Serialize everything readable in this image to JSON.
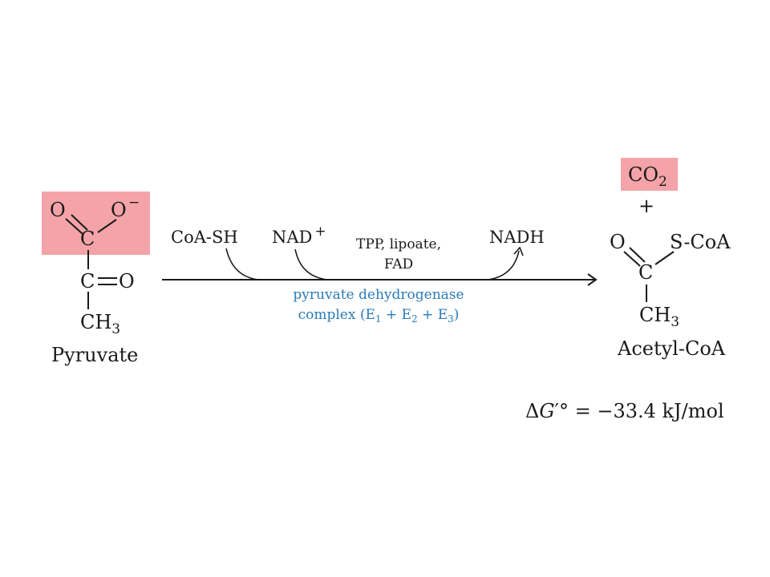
{
  "colors": {
    "highlight": "#f4a3a8",
    "enzyme_text": "#2a7ab8",
    "ink": "#1a1a1a",
    "background": "#ffffff"
  },
  "pyruvate": {
    "atom_o1": "O",
    "atom_o2": "O",
    "charge": "−",
    "atom_c1": "C",
    "atom_c2": "C",
    "atom_o3": "O",
    "ch3_main": "CH",
    "ch3_sub": "3",
    "name": "Pyruvate"
  },
  "reaction": {
    "cofactor_in_1": "CoA-SH",
    "cofactor_in_2": "NAD",
    "cofactor_in_2_sup": "+",
    "cofactor_out": "NADH",
    "cofactors_line1": "TPP, lipoate,",
    "cofactors_line2": "FAD",
    "enzyme_line1": "pyruvate dehydrogenase",
    "enzyme_line2_prefix": "complex (E",
    "enzyme_sub1": "1",
    "enzyme_plus1": " + E",
    "enzyme_sub2": "2",
    "enzyme_plus2": " + E",
    "enzyme_sub3": "3",
    "enzyme_close": ")"
  },
  "products": {
    "co2_main": "CO",
    "co2_sub": "2",
    "plus": "+",
    "atom_o": "O",
    "scoa": "S-CoA",
    "atom_c": "C",
    "ch3_main": "CH",
    "ch3_sub": "3",
    "name": "Acetyl-CoA"
  },
  "energy": {
    "delta": "Δ",
    "g": "G",
    "prime_deg": "′°",
    "rest": " = −33.4 kJ/mol"
  }
}
